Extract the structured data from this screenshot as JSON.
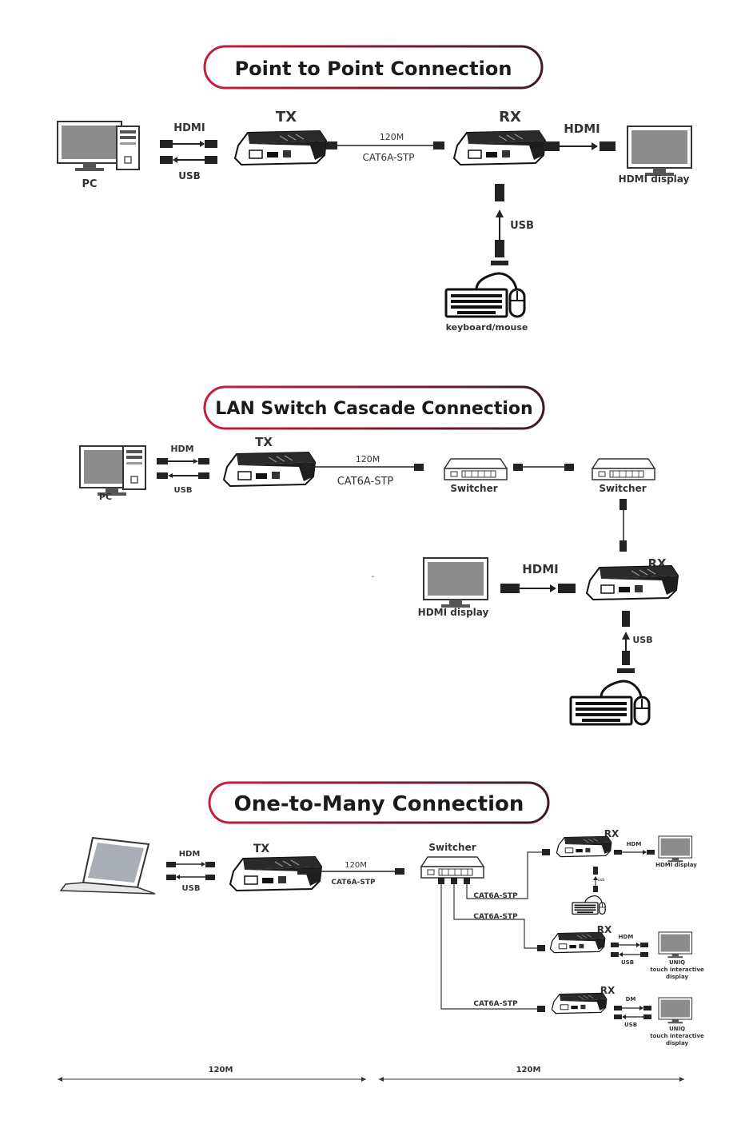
{
  "sections": {
    "p2p": {
      "title": "Point to Point Connection"
    },
    "lan": {
      "title": "LAN Switch Cascade Connection"
    },
    "otm": {
      "title": "One-to-Many Connection"
    }
  },
  "labels": {
    "hdmi": "HDMI",
    "hdm": "HDM",
    "dm": "DM",
    "usb": "USB",
    "usb_small": "usb",
    "tx": "TX",
    "rx": "RX",
    "pc": "PC",
    "m120": "120M",
    "cat6a": "CAT6A-STP",
    "hdmi_display": "HDMI display",
    "keyboard_mouse": "keyboard/mouse",
    "switcher": "Switcher",
    "uniq_1": "UNIQ",
    "uniq_2": "touch interactive",
    "uniq_3": "display"
  },
  "colors": {
    "frame_gradient_start": "#c81e3c",
    "frame_gradient_end": "#3b1a2a"
  }
}
